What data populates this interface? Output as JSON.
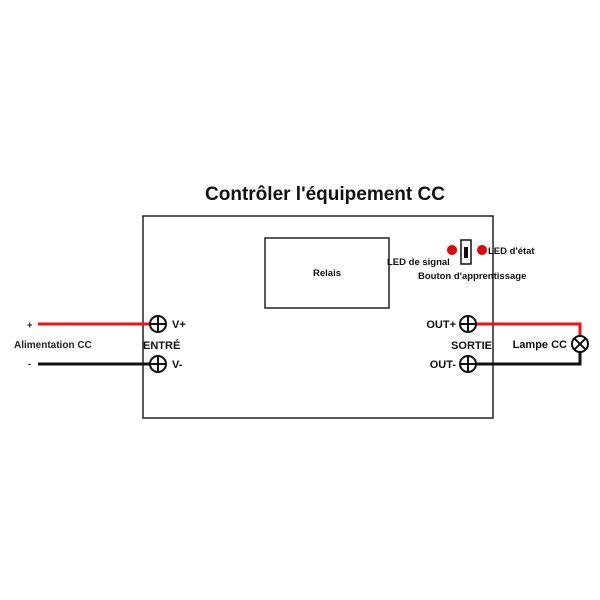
{
  "title": "Contrôler l'équipement CC",
  "module": {
    "relay_label": "Relais",
    "signal_led_label": "LED de signal",
    "status_led_label": "LED d'état",
    "learn_button_label": "Bouton d'apprentissage",
    "input": {
      "group_label": "ENTRÉ",
      "pos_label": "V+",
      "neg_label": "V-"
    },
    "output": {
      "group_label": "SORTIE",
      "pos_label": "OUT+",
      "neg_label": "OUT-"
    }
  },
  "power_source": {
    "label": "Alimentation CC",
    "pos_symbol": "+",
    "neg_symbol": "-"
  },
  "load": {
    "label": "Lampe CC",
    "icon": "lamp-icon"
  },
  "colors": {
    "positive_wire": "#ee1111",
    "negative_wire": "#111111",
    "led": "#e00000",
    "outline": "#222222"
  }
}
